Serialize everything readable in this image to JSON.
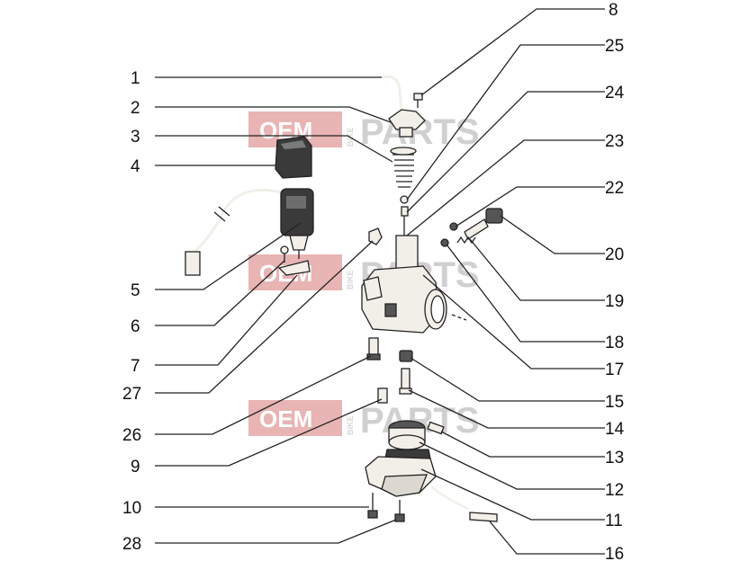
{
  "watermark": {
    "brand_box": "OEM",
    "vertical": "BIKE",
    "word": "PARTS"
  },
  "callouts": {
    "c1": "1",
    "c2": "2",
    "c3": "3",
    "c4": "4",
    "c5": "5",
    "c6": "6",
    "c7": "7",
    "c8": "8",
    "c9": "9",
    "c10": "10",
    "c11": "11",
    "c12": "12",
    "c13": "13",
    "c14": "14",
    "c15": "15",
    "c16": "16",
    "c17": "17",
    "c18": "18",
    "c19": "19",
    "c20": "20",
    "c22": "22",
    "c23": "23",
    "c24": "24",
    "c25": "25",
    "c26": "26",
    "c27": "27",
    "c28": "28"
  },
  "colors": {
    "part_fill": "#f2efe9",
    "part_dark": "#555555",
    "watermark_red": "#e8b4b4",
    "watermark_grey": "#d0d0d0"
  }
}
